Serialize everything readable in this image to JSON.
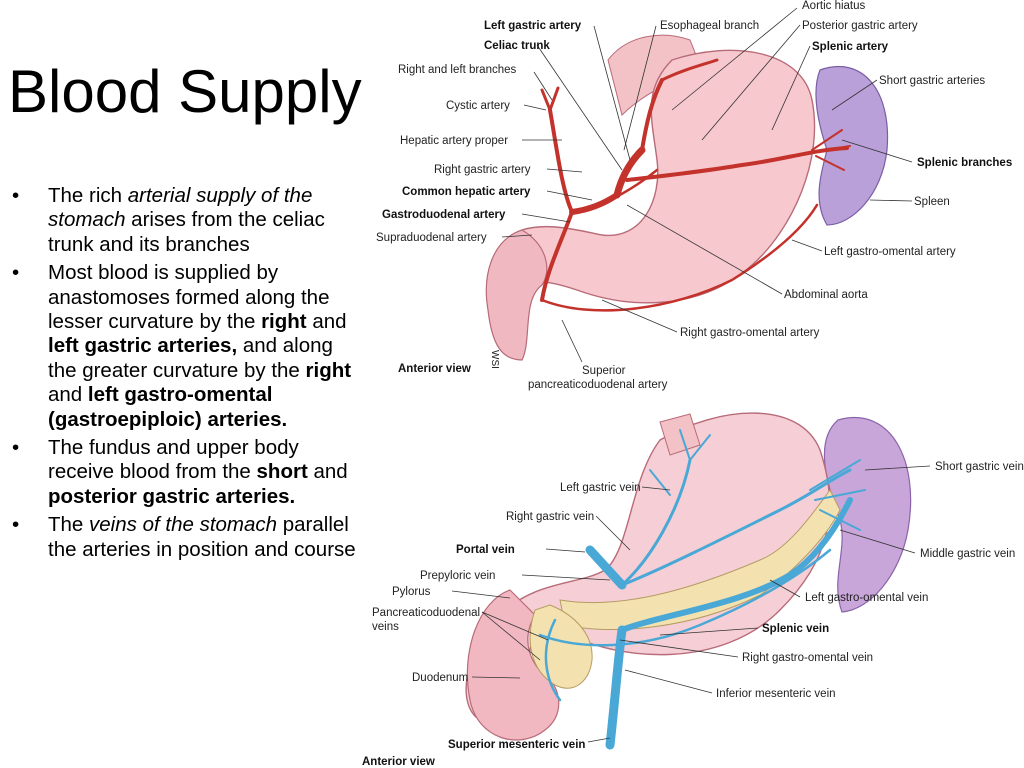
{
  "slide": {
    "title": "Blood Supply",
    "bullets": [
      [
        {
          "t": "The rich ",
          "s": "n"
        },
        {
          "t": "arterial supply of the stomach",
          "s": "i"
        },
        {
          "t": " arises from the celiac trunk and its branches",
          "s": "n"
        }
      ],
      [
        {
          "t": "Most blood is supplied by anastomoses formed along the lesser curvature by the ",
          "s": "n"
        },
        {
          "t": "right",
          "s": "b"
        },
        {
          "t": " and ",
          "s": "n"
        },
        {
          "t": "left gastric arteries,",
          "s": "b"
        },
        {
          "t": " and along the greater curvature by the ",
          "s": "n"
        },
        {
          "t": "right",
          "s": "b"
        },
        {
          "t": " and ",
          "s": "n"
        },
        {
          "t": "left gastro-omental (gastroepiploic) arteries.",
          "s": "b"
        }
      ],
      [
        {
          "t": "The fundus and upper body receive blood from the ",
          "s": "n"
        },
        {
          "t": "short",
          "s": "b"
        },
        {
          "t": " and ",
          "s": "n"
        },
        {
          "t": "posterior gastric arteries.",
          "s": "b"
        }
      ],
      [
        {
          "t": "The ",
          "s": "n"
        },
        {
          "t": "veins of the stomach",
          "s": "i"
        },
        {
          "t": " parallel the arteries in position and course",
          "s": "n"
        }
      ]
    ]
  },
  "arteries_figure": {
    "view_label": "Anterior view",
    "signature": "WSI",
    "labels": {
      "aortic_hiatus": "Aortic hiatus",
      "left_gastric_artery": "Left gastric artery",
      "esophageal_branch": "Esophageal branch",
      "posterior_gastric_artery": "Posterior gastric artery",
      "celiac_trunk": "Celiac trunk",
      "splenic_artery": "Splenic artery",
      "right_left_branches": "Right and left branches",
      "short_gastric_arteries": "Short gastric arteries",
      "cystic_artery": "Cystic artery",
      "hepatic_artery_proper": "Hepatic artery proper",
      "right_gastric_artery": "Right gastric artery",
      "splenic_branches": "Splenic branches",
      "common_hepatic_artery": "Common hepatic artery",
      "spleen": "Spleen",
      "gastroduodenal_artery": "Gastroduodenal artery",
      "supraduodenal_artery": "Supraduodenal artery",
      "left_gastro_omental_artery": "Left gastro-omental artery",
      "abdominal_aorta": "Abdominal aorta",
      "right_gastro_omental_artery": "Right gastro-omental artery",
      "superior_pd_artery_1": "Superior",
      "superior_pd_artery_2": "pancreaticoduodenal artery"
    }
  },
  "veins_figure": {
    "view_label": "Anterior view",
    "labels": {
      "short_gastric_vein": "Short gastric vein",
      "left_gastric_vein": "Left gastric vein",
      "right_gastric_vein": "Right gastric vein",
      "middle_gastric_vein": "Middle gastric vein",
      "portal_vein": "Portal vein",
      "prepyloric_vein": "Prepyloric vein",
      "pylorus": "Pylorus",
      "left_gastro_omental_vein": "Left gastro-omental vein",
      "pancreaticoduodenal_veins_1": "Pancreaticoduodenal",
      "pancreaticoduodenal_veins_2": "veins",
      "splenic_vein": "Splenic vein",
      "right_gastro_omental_vein": "Right gastro-omental vein",
      "duodenum": "Duodenum",
      "inferior_mesenteric_vein": "Inferior mesenteric vein",
      "superior_mesenteric_vein": "Superior mesenteric vein"
    }
  },
  "colors": {
    "stomach_fill": "#f7c9cf",
    "stomach_stroke": "#b86b78",
    "artery": "#c4322c",
    "vein": "#4aa8d6",
    "spleen": "#b9a0d8",
    "pancreas": "#f3e2b0"
  }
}
